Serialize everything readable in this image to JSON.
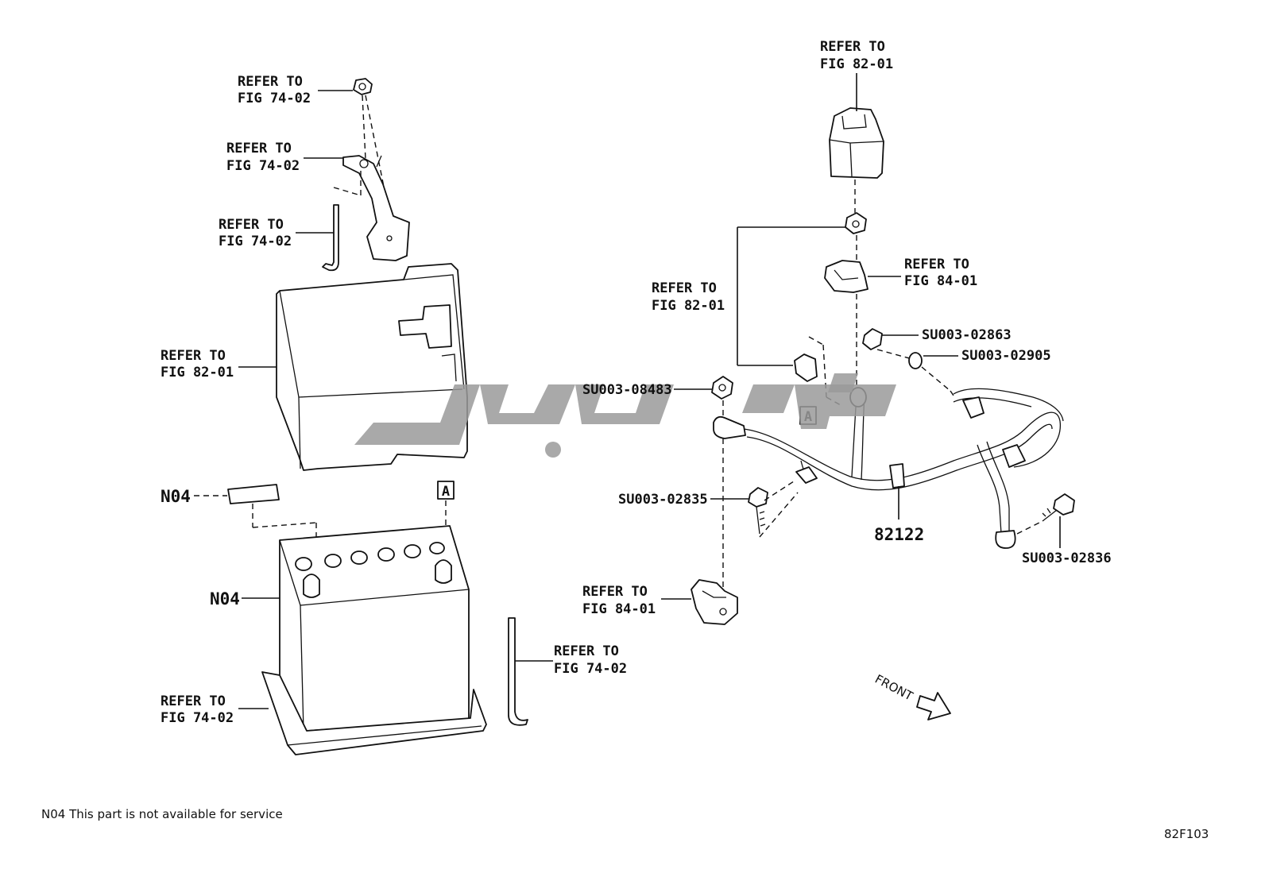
{
  "callouts": {
    "c1": [
      "REFER TO",
      "FIG 74-02"
    ],
    "c2": [
      "REFER TO",
      "FIG 74-02"
    ],
    "c3": [
      "REFER TO",
      "FIG 74-02"
    ],
    "c4": [
      "REFER TO",
      "FIG 82-01"
    ],
    "c5": [
      "REFER TO",
      "FIG 74-02"
    ],
    "c6": [
      "REFER TO",
      "FIG 74-02"
    ],
    "c7": [
      "REFER TO",
      "FIG 82-01"
    ],
    "c8": [
      "REFER TO",
      "FIG 82-01"
    ],
    "c9": [
      "REFER TO",
      "FIG 84-01"
    ],
    "c10": [
      "REFER TO",
      "FIG 84-01"
    ]
  },
  "parts": {
    "n04_label": "N04",
    "n04_battery": "N04",
    "su_02863": "SU003-02863",
    "su_02905": "SU003-02905",
    "su_08483": "SU003-08483",
    "su_02835": "SU003-02835",
    "su_02836": "SU003-02836",
    "cable_82122": "82122"
  },
  "markers": {
    "a_left": "A",
    "a_right": "A"
  },
  "direction": {
    "front": "FRONT"
  },
  "footnote": "N04 This part is not available for service",
  "figure_id": "82F103",
  "watermark_color": "#9a9a9a"
}
